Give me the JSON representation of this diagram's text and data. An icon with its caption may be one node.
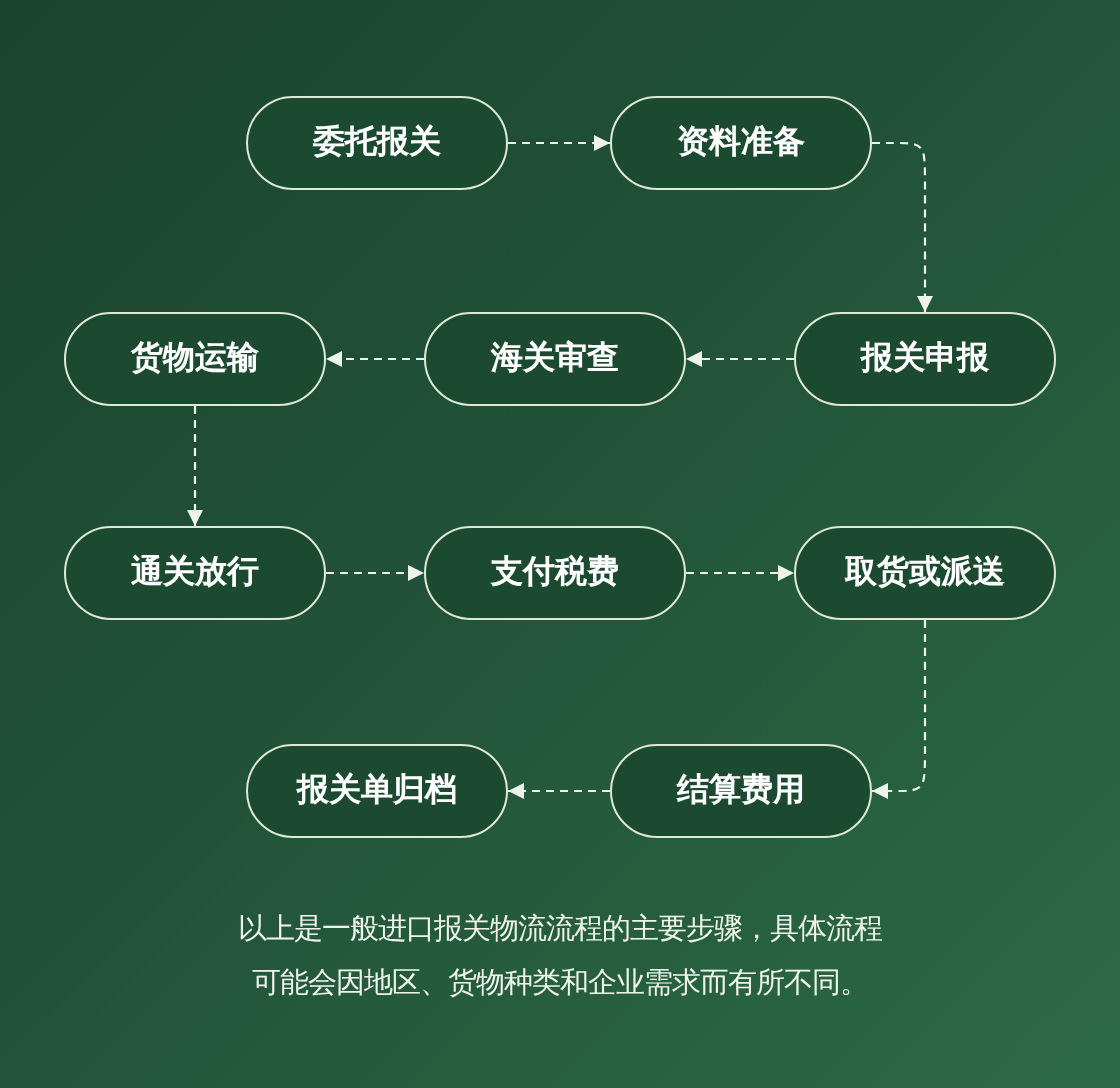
{
  "diagram": {
    "nodes": [
      {
        "text": [
          "委托报关"
        ]
      },
      {
        "text": [
          "资料准备"
        ]
      },
      {
        "text": [
          "货物运输"
        ]
      },
      {
        "text": [
          "海关审查"
        ]
      },
      {
        "text": [
          "报关申报"
        ]
      },
      {
        "text": [
          "通关放行"
        ]
      },
      {
        "text": [
          "支付税费"
        ]
      },
      {
        "text": [
          "取货或派送"
        ]
      },
      {
        "text": [
          "报关单归档"
        ]
      },
      {
        "text": [
          "结算费用"
        ]
      }
    ],
    "edges": [
      {
        "from": 0,
        "to": 1,
        "arrow": "to"
      },
      {
        "from": 1,
        "to": 4,
        "arrow": "to"
      },
      {
        "from": 4,
        "to": 3,
        "arrow": "to"
      },
      {
        "from": 3,
        "to": 2,
        "arrow": "to"
      },
      {
        "from": 2,
        "to": 5,
        "arrow": "to"
      },
      {
        "from": 5,
        "to": 6,
        "arrow": "to"
      },
      {
        "from": 6,
        "to": 7,
        "arrow": "to"
      },
      {
        "from": 7,
        "to": 9,
        "arrow": "to"
      },
      {
        "from": 9,
        "to": 8,
        "arrow": "to"
      }
    ],
    "caption": "以上是一般进口报关物流流程的主要步骤，具体流程可能会因地区、货物种类和企业需求而有所不同。"
  }
}
